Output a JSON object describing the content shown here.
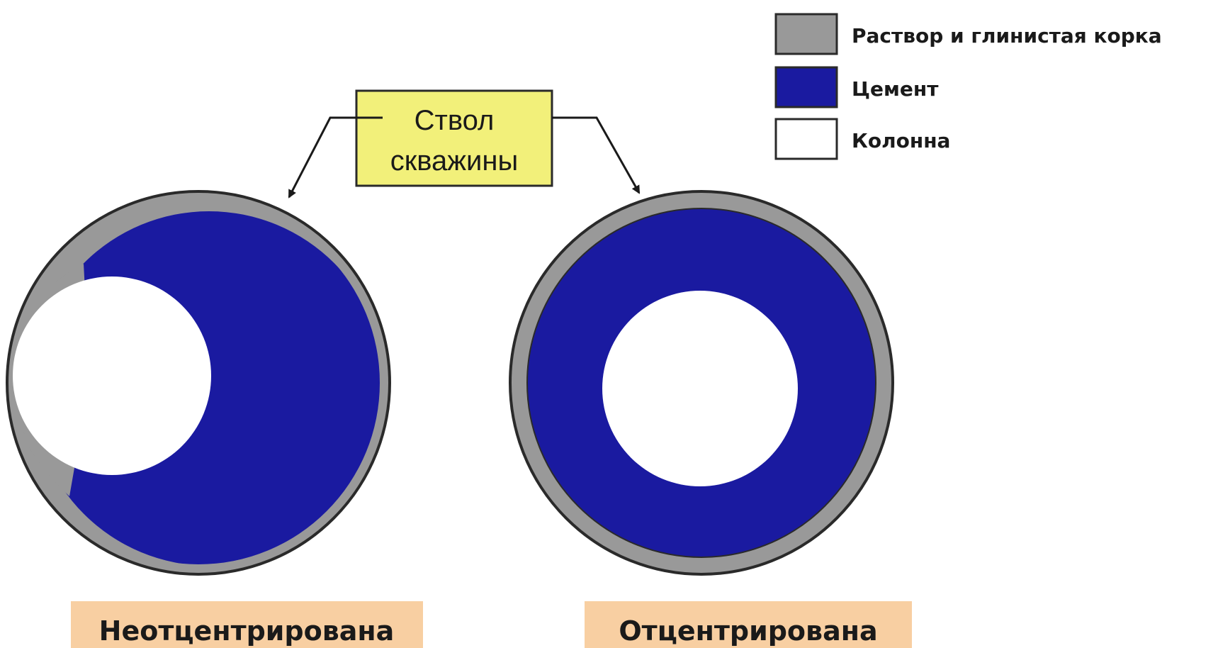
{
  "colors": {
    "mud": "#999999",
    "cement": "#1a1aa0",
    "casing": "#ffffff",
    "outline": "#2a2a2a",
    "callout_fill": "#f2f07a",
    "caption_fill": "#f8cfa2"
  },
  "legend": {
    "items": [
      {
        "label": "Раствор и глинистая корка",
        "swatch": "mud"
      },
      {
        "label": "Цемент",
        "swatch": "cement"
      },
      {
        "label": "Колонна",
        "swatch": "casing"
      }
    ]
  },
  "callout": {
    "line1": "Ствол",
    "line2": "скважины"
  },
  "wells": [
    {
      "caption": "Неотцентрирована",
      "centered": false
    },
    {
      "caption": "Отцентрирована",
      "centered": true
    }
  ]
}
